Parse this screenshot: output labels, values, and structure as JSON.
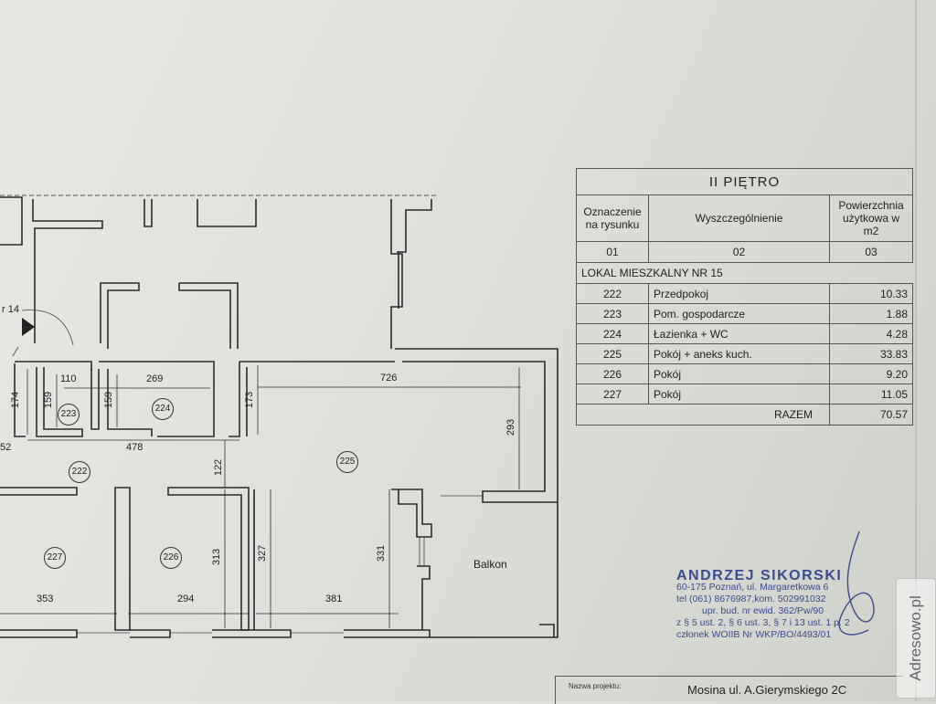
{
  "table": {
    "title": "II PIĘTRO",
    "headers": [
      "Oznaczenie na rysunku",
      "Wyszczególnienie",
      "Powierzchnia użytkowa w m2"
    ],
    "column_numbers": [
      "01",
      "02",
      "03"
    ],
    "section": "LOKAL MIESZKALNY NR 15",
    "rows": [
      {
        "id": "222",
        "name": "Przedpokoj",
        "area": "10.33"
      },
      {
        "id": "223",
        "name": "Pom. gospodarcze",
        "area": "1.88"
      },
      {
        "id": "224",
        "name": "Łazienka + WC",
        "area": "4.28"
      },
      {
        "id": "225",
        "name": "Pokój + aneks kuch.",
        "area": "33.83"
      },
      {
        "id": "226",
        "name": "Pokój",
        "area": "9.20"
      },
      {
        "id": "227",
        "name": "Pokój",
        "area": "11.05"
      }
    ],
    "total_label": "RAZEM",
    "total_value": "70.57"
  },
  "plan": {
    "rooms": [
      "223",
      "224",
      "222",
      "225",
      "227",
      "226"
    ],
    "dimensions": [
      "110",
      "269",
      "726",
      "174",
      "159",
      "159",
      "173",
      "293",
      "52",
      "478",
      "122",
      "313",
      "327",
      "331",
      "353",
      "294",
      "381"
    ],
    "door_label": "r 14",
    "balcony_label": "Balkon"
  },
  "stamp": {
    "name": "ANDRZEJ SIKORSKI",
    "lines": [
      "60-175 Poznań, ul. Margaretkowa 6",
      "tel (061) 8676987,kom. 502991032",
      "upr. bud. nr ewid. 362/Pw/90",
      "z § 5 ust. 2, § 6 ust. 3, § 7 i 13 ust. 1 p. 2",
      "członek WOIIB Nr WKP/BO/4493/01"
    ]
  },
  "project": {
    "label": "Nazwa projektu:",
    "value": "Mosina ul. A.Gierymskiego 2C"
  },
  "watermark": "Adresowo.pl",
  "colors": {
    "paper": "#e2e4df",
    "lines": "#2a2a2a",
    "stamp": "#3a4c8f"
  }
}
